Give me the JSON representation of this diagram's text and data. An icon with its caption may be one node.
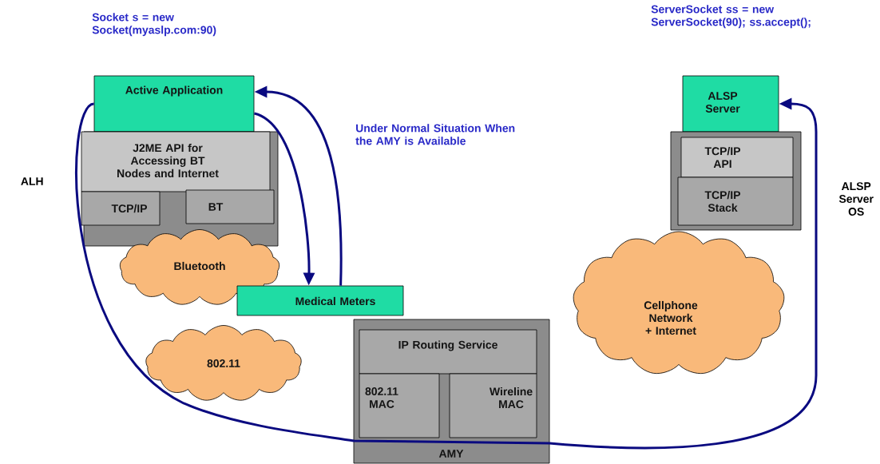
{
  "diagram": {
    "nodes": [
      {
        "text": [
          "Active Application"
        ]
      },
      {
        "text": [],
        "shape": "box"
      },
      {
        "text": [
          "J2ME API for Accessing BT Nodes and Internet"
        ],
        "in": 1
      },
      {
        "text": [
          "TCP/IP"
        ],
        "in": 1
      },
      {
        "text": [
          "BT"
        ],
        "in": 1
      },
      {
        "text": [
          "Bluetooth"
        ]
      },
      {
        "text": [
          "Medical Meters"
        ]
      },
      {
        "text": [
          "802.11"
        ]
      },
      {
        "text": [
          "AMY"
        ]
      },
      {
        "text": [
          "IP Routing Service"
        ],
        "in": 8
      },
      {
        "text": [
          "802.11 MAC"
        ],
        "in": 8
      },
      {
        "text": [
          "Wireline MAC"
        ],
        "in": 8
      },
      {
        "text": [
          "Cellphone Network + Internet"
        ]
      },
      {
        "text": [
          "ALSP Server"
        ]
      },
      {
        "text": [],
        "shape": "box"
      },
      {
        "text": [
          "TCP/IP API"
        ],
        "in": 14
      },
      {
        "text": [
          "TCP/IP Stack"
        ],
        "in": 14
      }
    ],
    "edges": [
      {
        "from": 0,
        "to": 6,
        "arrow": "to"
      },
      {
        "from": 6,
        "to": 0,
        "arrow": "to"
      },
      {
        "from": 0,
        "to": 13,
        "arrow": "to"
      }
    ],
    "labels": [
      "Socket s = new Socket(myaslp.com:90)",
      "ServerSocket ss = new ServerSocket(90); ss.accept();",
      "Under Normal Situation When the AMY is Available",
      "ALH",
      "ALSP Server OS"
    ]
  }
}
